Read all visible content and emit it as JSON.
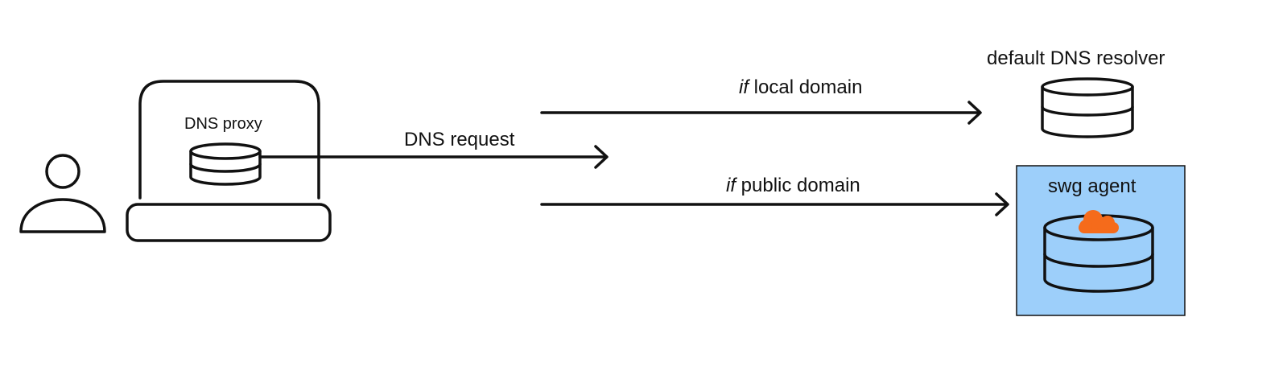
{
  "labels": {
    "dns_proxy": "DNS proxy",
    "dns_request": "DNS request",
    "local_prefix": "if",
    "local_text": "local domain",
    "public_prefix": "if",
    "public_text": "public domain",
    "default_resolver": "default DNS resolver",
    "swg_agent": "swg agent"
  },
  "icons": [
    "user-icon",
    "laptop-icon",
    "database-icon",
    "cloud-icon"
  ],
  "colors": {
    "stroke": "#111111",
    "swg_box_fill": "#9dcffa",
    "cloud": "#f56b1b"
  }
}
